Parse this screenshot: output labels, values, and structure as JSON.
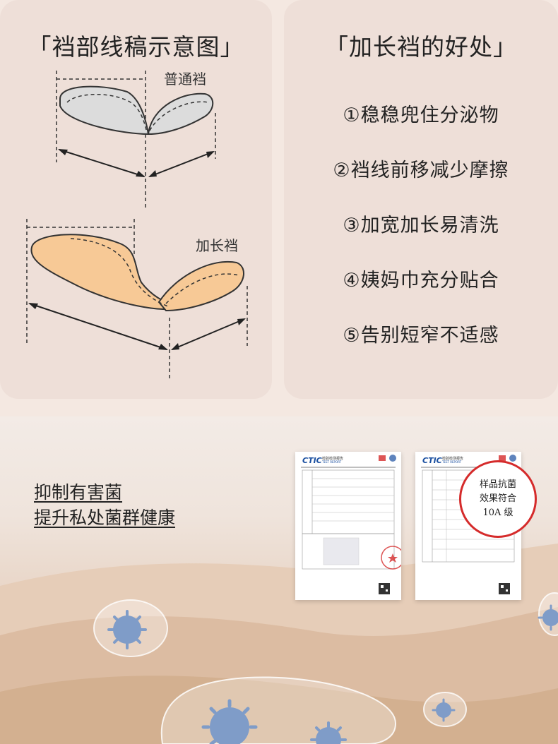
{
  "left_card": {
    "title": "「裆部线稿示意图」",
    "label_normal": "普通裆",
    "label_long": "加长裆"
  },
  "right_card": {
    "title": "「加长裆的好处」",
    "benefits": [
      "①稳稳兜住分泌物",
      "②裆线前移减少摩擦",
      "③加宽加长易清洗",
      "④姨妈巾充分贴合",
      "⑤告别短窄不适感"
    ]
  },
  "promo": {
    "line1": "抑制有害菌",
    "line2": "提升私处菌群健康"
  },
  "certificate": {
    "logo": "CTIC",
    "subtitle": "检验检测报告",
    "subtitle_en": "TEST REPORT",
    "stamp_line1": "样品抗菌",
    "stamp_line2": "效果符合",
    "stamp_line3": "10A 级"
  },
  "colors": {
    "card_bg": "#eedfd8",
    "long_crotch_fill": "#f7c996",
    "normal_crotch_fill": "#dcdcdc",
    "stamp_red": "#d52b2b",
    "virus_blue": "#7f9cc8"
  }
}
